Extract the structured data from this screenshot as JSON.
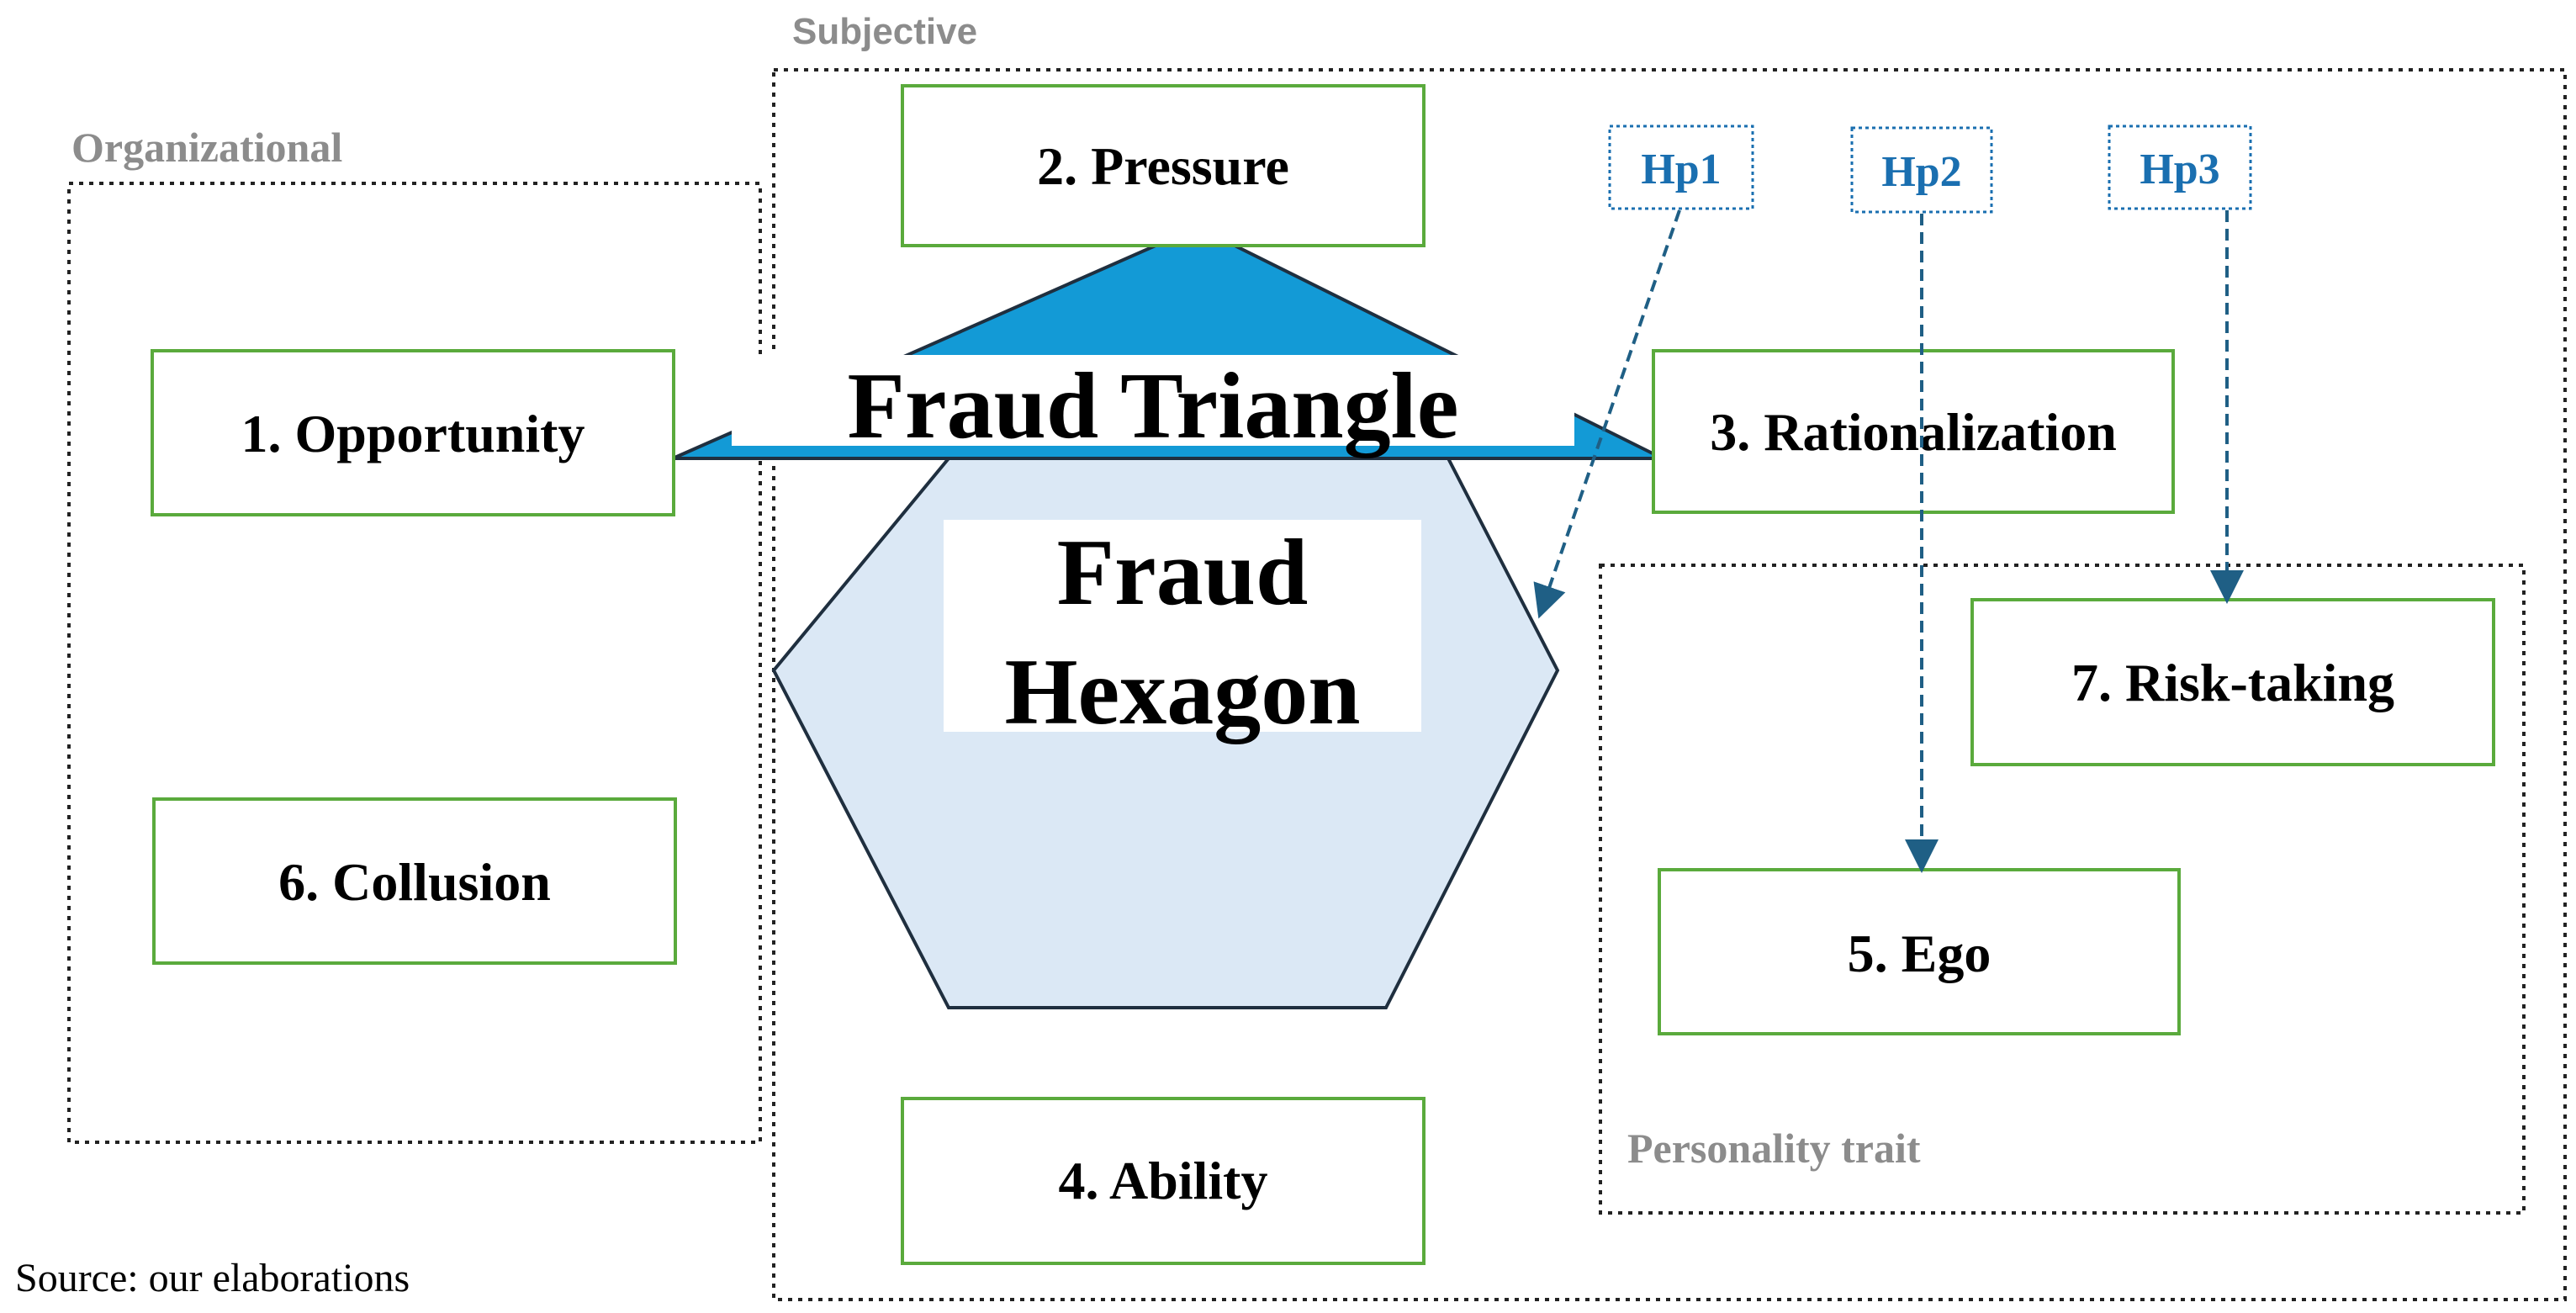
{
  "colors": {
    "box_border": "#5aaa3c",
    "group_border": "#222222",
    "group_label": "#8c8c8c",
    "hp_color": "#1a6fb0",
    "arrow_color": "#1f5f85",
    "triangle_fill": "#139ad6",
    "hexagon_fill": "#dbe8f5",
    "hexagon_stroke": "#1f2f3f"
  },
  "groups": {
    "subjective": "Subjective",
    "organizational": "Organizational",
    "personality": "Personality trait"
  },
  "titles": {
    "triangle": "Fraud Triangle",
    "hexagon_line1": "Fraud",
    "hexagon_line2": "Hexagon"
  },
  "boxes": {
    "pressure": "2. Pressure",
    "opportunity": "1. Opportunity",
    "rationalization": "3. Rationalization",
    "collusion": "6. Collusion",
    "risk_taking": "7. Risk-taking",
    "ego": "5. Ego",
    "ability": "4. Ability"
  },
  "hypotheses": {
    "hp1": "Hp1",
    "hp2": "Hp2",
    "hp3": "Hp3"
  },
  "source": "Source: our elaborations"
}
